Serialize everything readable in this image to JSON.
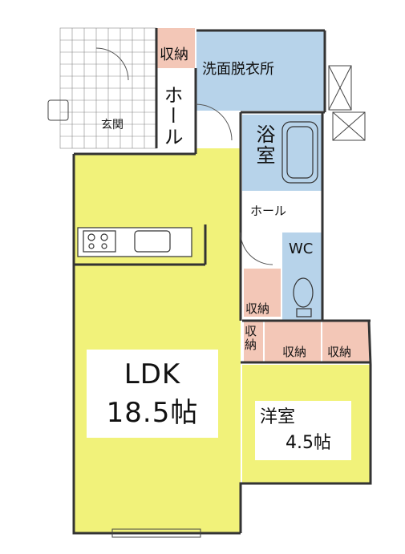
{
  "colors": {
    "ldk": "#f1f27a",
    "water": "#b7d3ea",
    "storage": "#f3c7b7",
    "wall": "#333333"
  },
  "labels": {
    "storage": "収納",
    "storage_vertical": "収納",
    "washroom": "洗面脱衣所",
    "hall_vertical": "ホール",
    "hall": "ホール",
    "entrance": "玄関",
    "bath": "浴室",
    "wc": "WC",
    "ldk_name": "LDK",
    "ldk_size": "18.5帖",
    "western_room": "洋室",
    "western_size": "4.5帖"
  }
}
